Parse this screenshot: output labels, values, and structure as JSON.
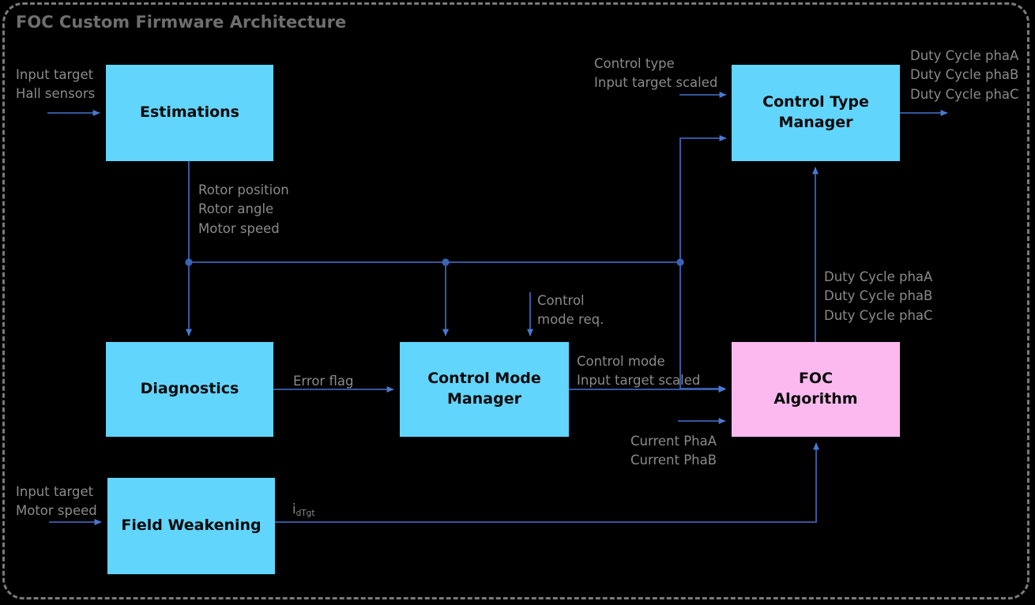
{
  "diagram": {
    "title": "FOC Custom Firmware Architecture",
    "colors": {
      "background": "#000000",
      "block_fill_primary": "#62d5fc",
      "block_fill_accent": "#fcb9f0",
      "connector": "#4472c4",
      "label_text": "#8a8a8a",
      "title_text": "#6e6e6e",
      "frame_dash": "#7a7a7a"
    },
    "blocks": [
      {
        "id": "estimations",
        "label": "Estimations",
        "fill": "#62d5fc"
      },
      {
        "id": "diagnostics",
        "label": "Diagnostics",
        "fill": "#62d5fc"
      },
      {
        "id": "field-weakening",
        "label": "Field Weakening",
        "fill": "#62d5fc"
      },
      {
        "id": "control-mode-manager",
        "label_line1": "Control Mode",
        "label_line2": "Manager",
        "fill": "#62d5fc"
      },
      {
        "id": "control-type-manager",
        "label_line1": "Control Type",
        "label_line2": "Manager",
        "fill": "#62d5fc"
      },
      {
        "id": "foc-algorithm",
        "label_line1": "FOC",
        "label_line2": "Algorithm",
        "fill": "#fcb9f0"
      }
    ],
    "labels": {
      "estimations_input_l1": "Input target",
      "estimations_input_l2": "Hall sensors",
      "estimations_output_l1": "Rotor position",
      "estimations_output_l2": "Rotor angle",
      "estimations_output_l3": "Motor speed",
      "ctm_input_l1": "Control type",
      "ctm_input_l2": "Input target scaled",
      "ctm_output_l1": "Duty Cycle phaA",
      "ctm_output_l2": "Duty Cycle phaB",
      "ctm_output_l3": "Duty Cycle phaC",
      "foc_output_l1": "Duty Cycle phaA",
      "foc_output_l2": "Duty Cycle phaB",
      "foc_output_l3": "Duty Cycle phaC",
      "control_mode_req_l1": "Control",
      "control_mode_req_l2": "mode req.",
      "error_flag": "Error flag",
      "cmm_output_l1": "Control mode",
      "cmm_output_l2": "Input target scaled",
      "current_l1": "Current PhaA",
      "current_l2": "Current PhaB",
      "fw_input_l1": "Input target",
      "fw_input_l2": "Motor speed",
      "fw_output": "i",
      "fw_output_sub": "dTgt"
    }
  }
}
